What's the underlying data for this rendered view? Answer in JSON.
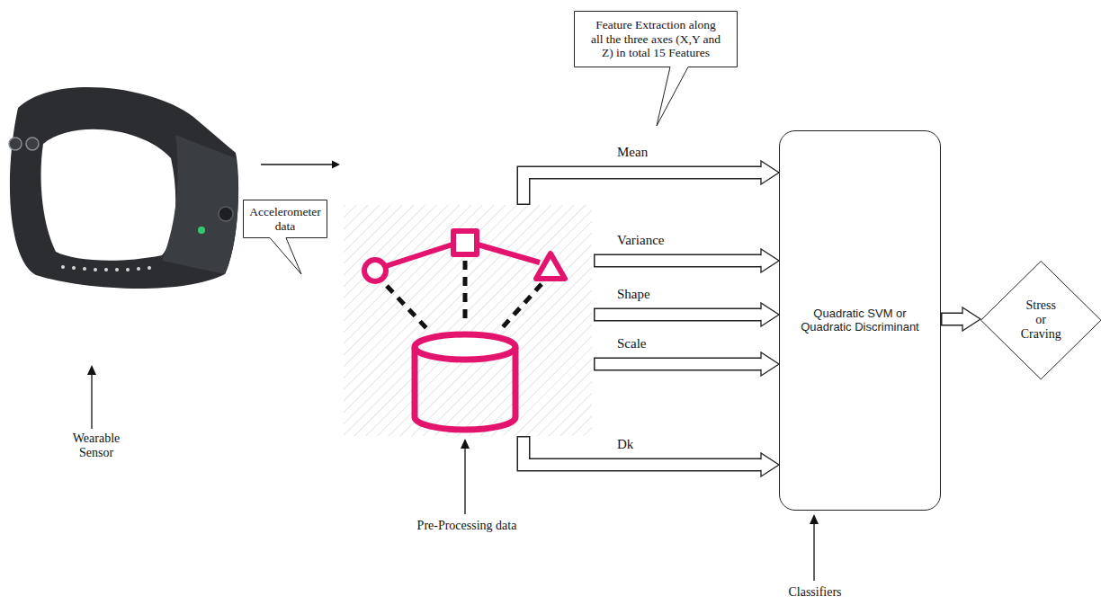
{
  "diagram": {
    "nodes": [
      {
        "text": [
          "Wearable Sensor"
        ]
      },
      {
        "text": [
          "Accelerometer data"
        ]
      },
      {
        "text": [
          "Pre-Processing data"
        ]
      },
      {
        "text": [
          "Feature Extraction along all the three axes (X,Y and Z) in total 15 Features"
        ]
      },
      {
        "text": [
          "Quadratic SVM or Quadratic Discriminant",
          "Classifiers"
        ]
      },
      {
        "text": [
          "Stress or Craving"
        ]
      }
    ],
    "edges": [
      {
        "from": 0,
        "to": 2,
        "arrow": "to"
      },
      {
        "from": 2,
        "to": 4,
        "label": "Mean",
        "arrow": "to"
      },
      {
        "from": 2,
        "to": 4,
        "label": "Variance",
        "arrow": "to"
      },
      {
        "from": 2,
        "to": 4,
        "label": "Shape",
        "arrow": "to"
      },
      {
        "from": 2,
        "to": 4,
        "label": "Scale",
        "arrow": "to"
      },
      {
        "from": 2,
        "to": 4,
        "label": "Dk",
        "arrow": "to"
      },
      {
        "from": 4,
        "to": 5,
        "arrow": "to"
      }
    ]
  }
}
